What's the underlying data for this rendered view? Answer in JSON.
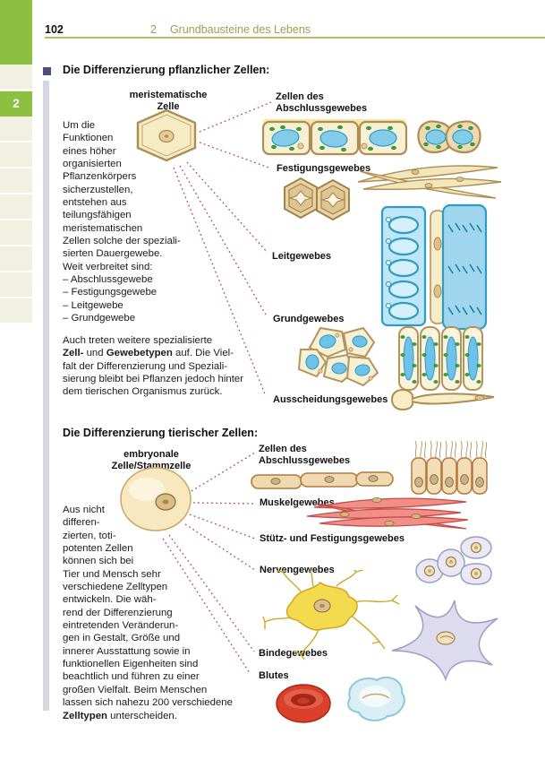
{
  "page": {
    "number": "102",
    "chapter_number": "2",
    "chapter_title": "Grundbausteine des Lebens"
  },
  "sidebar": {
    "tab_label": "2"
  },
  "plant": {
    "heading": "Die Differenzierung pflanzlicher Zellen:",
    "cell_label": "meristematische\nZelle",
    "intro": "Um die\nFunktionen\neines höher\norganisierten\nPflanzenkörpers\nsicherzustellen,\nentstehen aus\nteilungsfähigen\nmeristematischen\nZellen solche der speziali-\nsierten Dauergewebe.\nWeit verbreitet sind:\n– Abschlussgewebe\n– Festigungsgewebe\n– Leitgewebe\n– Grundgewebe",
    "outro": {
      "s0": "Auch treten weitere spezialisierte\n",
      "s1": "Zell-",
      "s2": " und ",
      "s3": "Gewebetypen",
      "s4": " auf. Die Viel-\nfalt der Differenzierung und Speziali-\nsierung bleibt bei Pflanzen jedoch hinter\ndem tierischen Organismus zurück."
    },
    "labels": [
      "Zellen des\nAbschlussgewebes",
      "Festigungsgewebes",
      "Leitgewebes",
      "Grundgewebes",
      "Ausscheidungsgewebes"
    ]
  },
  "animal": {
    "heading": "Die Differenzierung tierischer Zellen:",
    "cell_label": "embryonale Zelle/Stammzelle",
    "body": {
      "s0": "Aus nicht\ndifferen-\nzierten, toti-\npotenten Zellen\nkönnen sich bei\nTier und Mensch sehr\nverschiedene Zelltypen\nentwickeln. Die wäh-\nrend der Differenzierung\neintretenden Veränderun-\ngen in Gestalt, Größe und\ninnerer Ausstattung sowie in\nfunktionellen Eigenheiten sind\nbeachtlich und führen zu einer\ngroßen Vielfalt. Beim Menschen\nlassen sich nahezu 200 verschiedene\n",
      "s1": "Zelltypen",
      "s2": " unterscheiden."
    },
    "labels": [
      "Zellen des\nAbschlussgewebes",
      "Muskelgewebes",
      "Stütz- und Festigungsgewebes",
      "Nervengewebes",
      "Bindegewebes",
      "Blutes"
    ]
  },
  "colors": {
    "sidebar_green": "#8dbf40",
    "header_olive": "#9aa14e",
    "rule_olive": "#b7bd62",
    "bullet_purple": "#4d4d80",
    "section_bar_lavender": "#d6d6e2",
    "connector_pink": "#b04a6e",
    "cell_cream": "#f8f0d3",
    "cell_outline_tan": "#ad8d52",
    "vacuole_blue": "#7fcbe8",
    "chloroplast_green": "#3aa23a",
    "muscle_red": "#ef8f88",
    "cartilage_lavender": "#e9e9f5",
    "neuron_yellow": "#f3da4e",
    "erythrocyte_red": "#d8402a",
    "leukocyte_blue": "#daeef5"
  }
}
